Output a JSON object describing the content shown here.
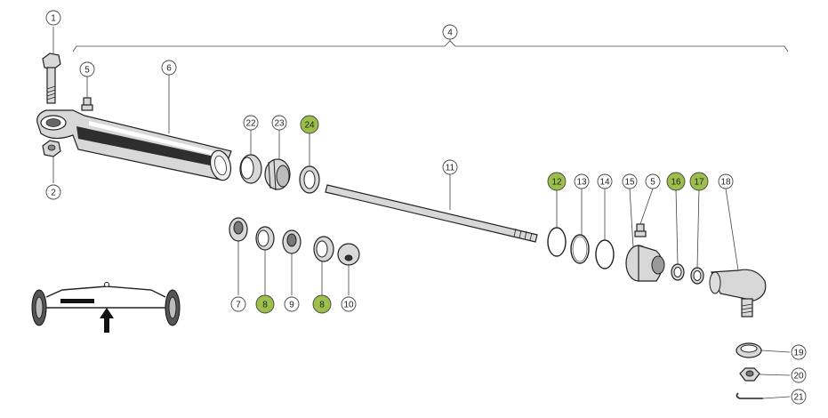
{
  "highlight_color": "#9bbf4a",
  "callout_stroke": "#444444",
  "assembly_bracket_label": "4",
  "callouts": [
    {
      "id": "1",
      "label": "1",
      "highlighted": false
    },
    {
      "id": "2",
      "label": "2",
      "highlighted": false
    },
    {
      "id": "5a",
      "label": "5",
      "highlighted": false
    },
    {
      "id": "6",
      "label": "6",
      "highlighted": false
    },
    {
      "id": "22",
      "label": "22",
      "highlighted": false
    },
    {
      "id": "23",
      "label": "23",
      "highlighted": false
    },
    {
      "id": "24",
      "label": "24",
      "highlighted": true
    },
    {
      "id": "11",
      "label": "11",
      "highlighted": false
    },
    {
      "id": "12",
      "label": "12",
      "highlighted": true
    },
    {
      "id": "13",
      "label": "13",
      "highlighted": false
    },
    {
      "id": "14",
      "label": "14",
      "highlighted": false
    },
    {
      "id": "15",
      "label": "15",
      "highlighted": false
    },
    {
      "id": "5b",
      "label": "5",
      "highlighted": false
    },
    {
      "id": "16",
      "label": "16",
      "highlighted": true
    },
    {
      "id": "17",
      "label": "17",
      "highlighted": true
    },
    {
      "id": "18",
      "label": "18",
      "highlighted": false
    },
    {
      "id": "7",
      "label": "7",
      "highlighted": false
    },
    {
      "id": "8a",
      "label": "8",
      "highlighted": true
    },
    {
      "id": "9",
      "label": "9",
      "highlighted": false
    },
    {
      "id": "8b",
      "label": "8",
      "highlighted": true
    },
    {
      "id": "10",
      "label": "10",
      "highlighted": false
    },
    {
      "id": "19",
      "label": "19",
      "highlighted": false
    },
    {
      "id": "20",
      "label": "20",
      "highlighted": false
    },
    {
      "id": "21",
      "label": "21",
      "highlighted": false
    }
  ]
}
